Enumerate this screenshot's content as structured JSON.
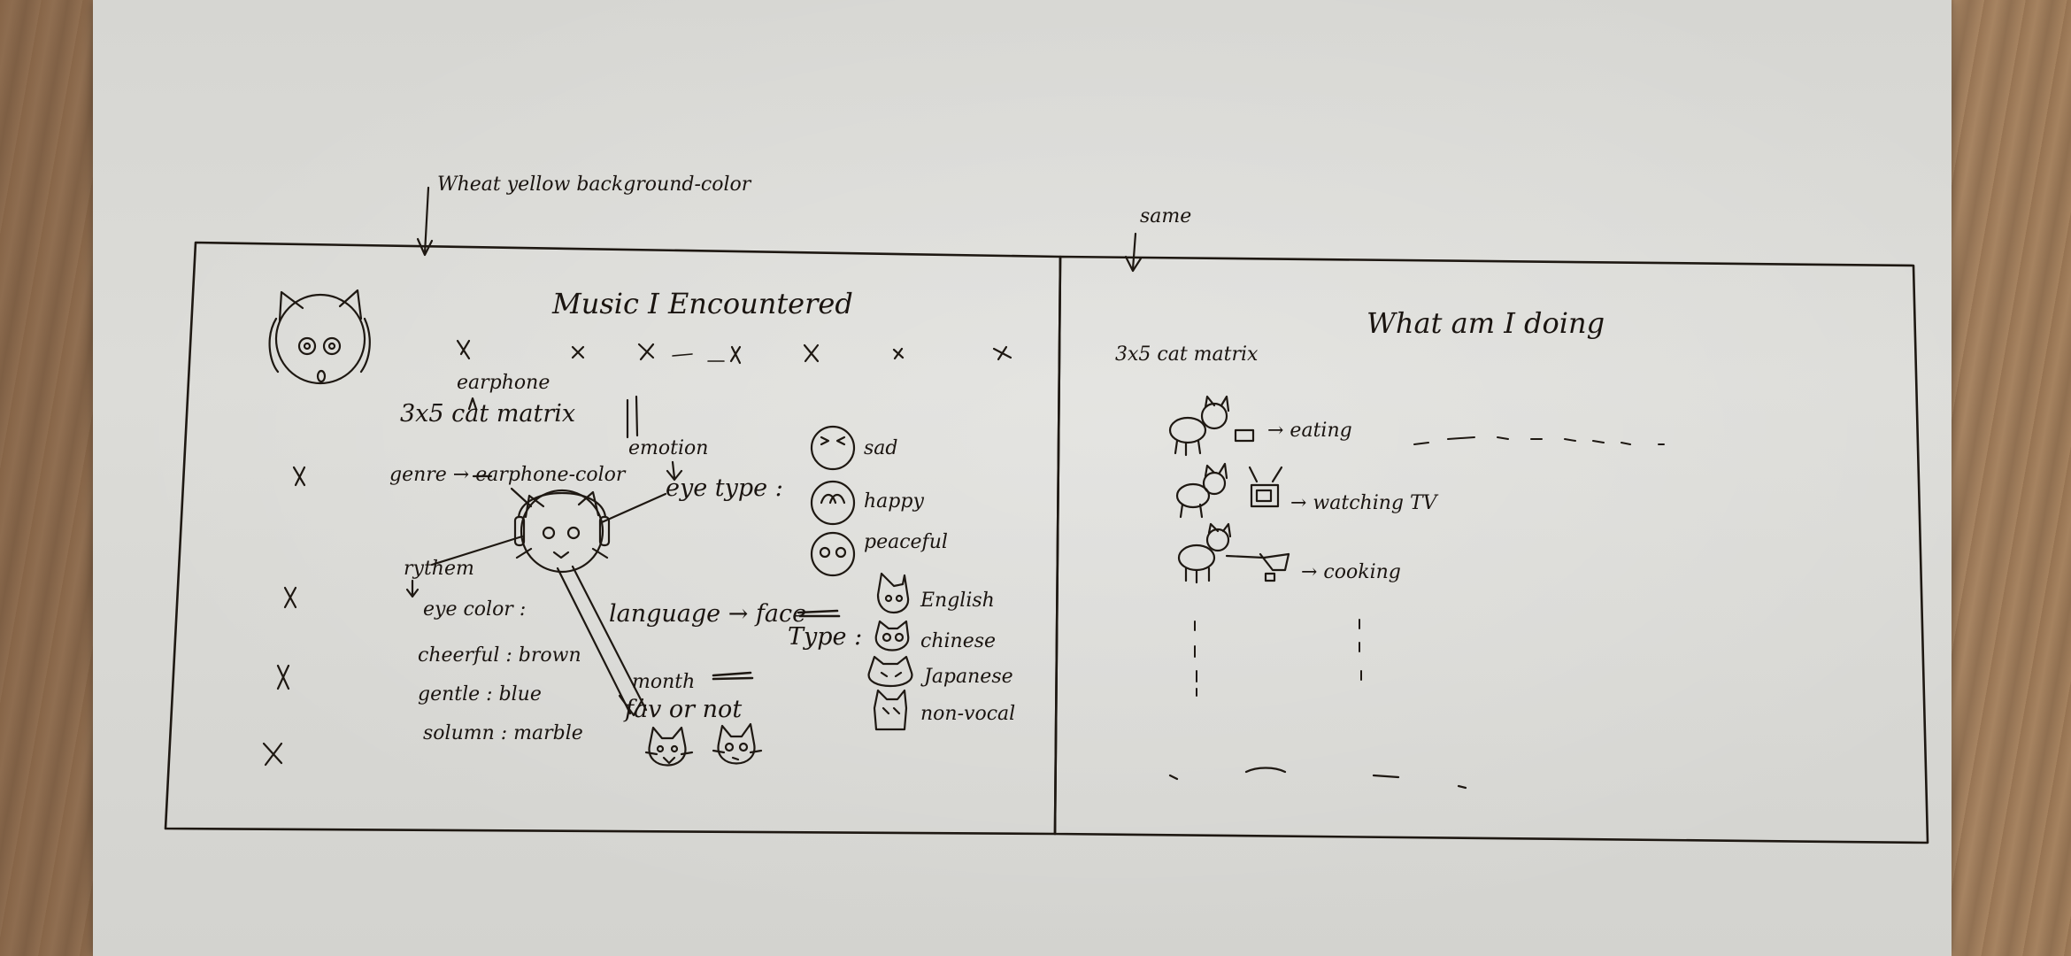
{
  "annotations": {
    "background_note": "Wheat yellow background-color",
    "same_note": "same"
  },
  "left_panel": {
    "title": "Music I Encountered",
    "matrix_label": "3x5 cat matrix",
    "earphone_label": "earphone",
    "genre_label": "genre → earphone-color",
    "emotion_label": "emotion",
    "eye_type_label": "eye type :",
    "eye_types": [
      "sad",
      "happy",
      "peaceful"
    ],
    "rhythm_label": "rythem",
    "eye_color_label": "eye color :",
    "eye_colors": [
      "cheerful : brown",
      "gentle : blue",
      "solumn : marble"
    ],
    "language_label": "language → face",
    "type_label": "Type :",
    "languages": [
      "English",
      "chinese",
      "Japanese",
      "non-vocal"
    ],
    "month_label": "month",
    "fav_label": "fav or not"
  },
  "right_panel": {
    "title": "What am I doing",
    "matrix_label": "3x5 cat matrix",
    "activities": [
      "→ eating",
      "→ watching TV",
      "→ cooking"
    ]
  }
}
